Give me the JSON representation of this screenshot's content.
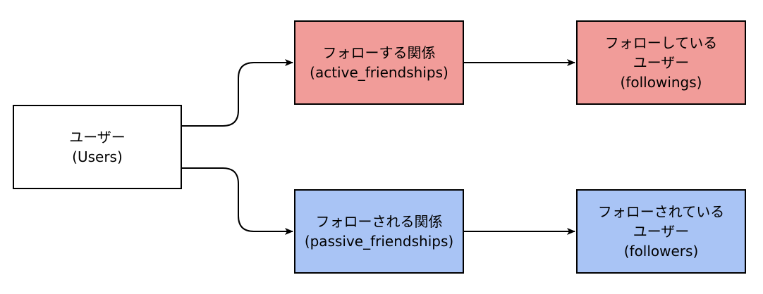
{
  "colors": {
    "red_fill": "#f19c99",
    "blue_fill": "#a9c4f5",
    "white_fill": "#ffffff",
    "stroke": "#000000"
  },
  "nodes": {
    "users": {
      "line1": "ユーザー",
      "line2": "(Users)"
    },
    "active": {
      "line1": "フォローする関係",
      "line2": "(active_friendships)"
    },
    "followings": {
      "line1": "フォローしている",
      "line2": "ユーザー",
      "line3": "(followings)"
    },
    "passive": {
      "line1": "フォローされる関係",
      "line2": "(passive_friendships)"
    },
    "followers": {
      "line1": "フォローされている",
      "line2": "ユーザー",
      "line3": "(followers)"
    }
  }
}
